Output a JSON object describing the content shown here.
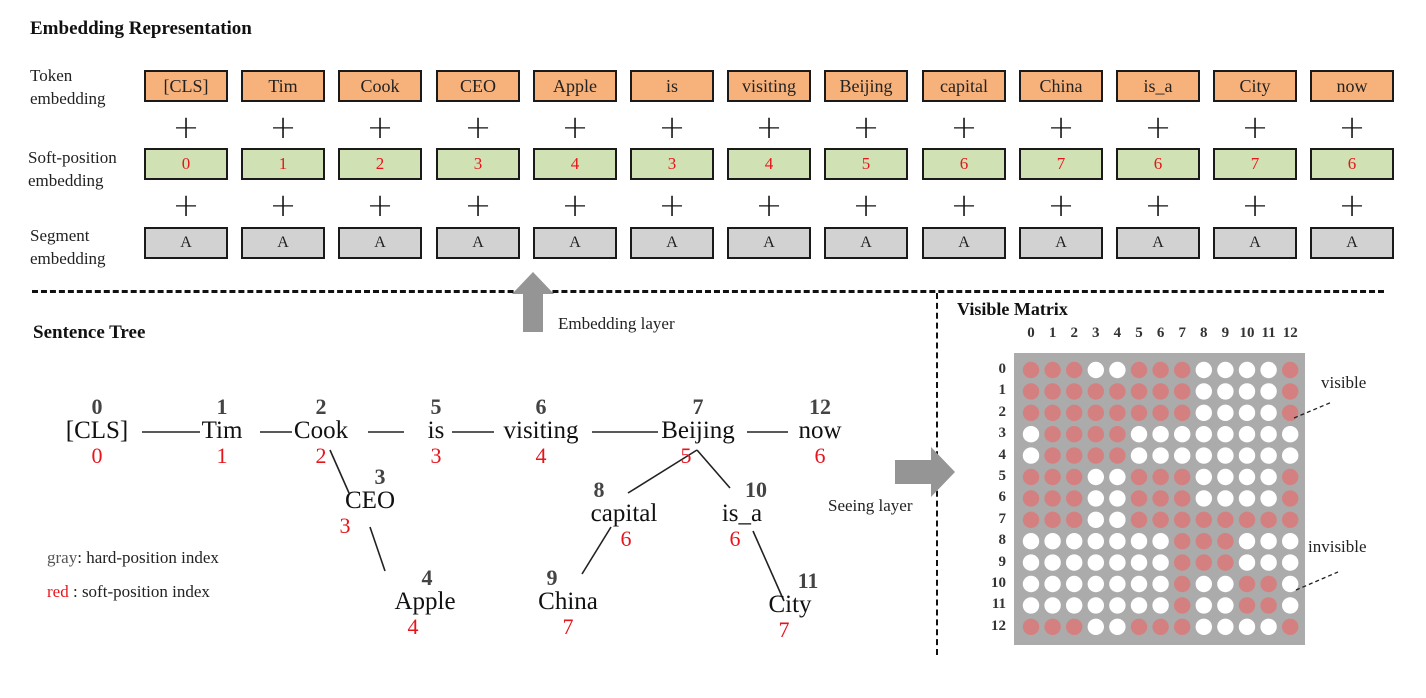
{
  "embedding": {
    "title": "Embedding Representation",
    "row_labels": {
      "token": [
        "Token",
        "embedding"
      ],
      "position": [
        "Soft-position",
        "embedding"
      ],
      "segment": [
        "Segment",
        "embedding"
      ]
    },
    "plus_symbol": "+",
    "tokens": [
      "[CLS]",
      "Tim",
      "Cook",
      "CEO",
      "Apple",
      "is",
      "visiting",
      "Beijing",
      "capital",
      "China",
      "is_a",
      "City",
      "now"
    ],
    "soft_positions": [
      "0",
      "1",
      "2",
      "3",
      "4",
      "3",
      "4",
      "5",
      "6",
      "7",
      "6",
      "7",
      "6"
    ],
    "segments": [
      "A",
      "A",
      "A",
      "A",
      "A",
      "A",
      "A",
      "A",
      "A",
      "A",
      "A",
      "A",
      "A"
    ],
    "colors": {
      "token": "#f7b27c",
      "position": "#d0e2b4",
      "segment": "#d2d2d2",
      "soft_index_text": "#e8141c"
    }
  },
  "embedding_layer_label": "Embedding layer",
  "seeing_layer_label": "Seeing layer",
  "sentence_tree": {
    "title": "Sentence Tree",
    "nodes": [
      {
        "word": "[CLS]",
        "hard": "0",
        "soft": "0"
      },
      {
        "word": "Tim",
        "hard": "1",
        "soft": "1"
      },
      {
        "word": "Cook",
        "hard": "2",
        "soft": "2"
      },
      {
        "word": "CEO",
        "hard": "3",
        "soft": "3"
      },
      {
        "word": "Apple",
        "hard": "4",
        "soft": "4"
      },
      {
        "word": "is",
        "hard": "5",
        "soft": "3"
      },
      {
        "word": "visiting",
        "hard": "6",
        "soft": "4"
      },
      {
        "word": "Beijing",
        "hard": "7",
        "soft": "5"
      },
      {
        "word": "capital",
        "hard": "8",
        "soft": "6"
      },
      {
        "word": "China",
        "hard": "9",
        "soft": "7"
      },
      {
        "word": "is_a",
        "hard": "10",
        "soft": "6"
      },
      {
        "word": "City",
        "hard": "11",
        "soft": "7"
      },
      {
        "word": "now",
        "hard": "12",
        "soft": "6"
      }
    ],
    "edges": [
      [
        "[CLS]",
        "Tim"
      ],
      [
        "Tim",
        "Cook"
      ],
      [
        "Cook",
        "is"
      ],
      [
        "is",
        "visiting"
      ],
      [
        "visiting",
        "Beijing"
      ],
      [
        "Beijing",
        "now"
      ],
      [
        "Cook",
        "CEO"
      ],
      [
        "CEO",
        "Apple"
      ],
      [
        "Beijing",
        "capital"
      ],
      [
        "Beijing",
        "is_a"
      ],
      [
        "capital",
        "China"
      ],
      [
        "is_a",
        "City"
      ]
    ],
    "legend": {
      "gray_key": "gray",
      "gray_text": ": hard-position index",
      "red_key": "red",
      "red_text": " : soft-position index"
    }
  },
  "visible_matrix": {
    "title": "Visible Matrix",
    "col_labels": [
      "0",
      "1",
      "2",
      "3",
      "4",
      "5",
      "6",
      "7",
      "8",
      "9",
      "10",
      "11",
      "12"
    ],
    "row_labels": [
      "0",
      "1",
      "2",
      "3",
      "4",
      "5",
      "6",
      "7",
      "8",
      "9",
      "10",
      "11",
      "12"
    ],
    "visible_label": "visible",
    "invisible_label": "invisible",
    "colors": {
      "visible": "#d48080",
      "invisible": "#ffffff",
      "background": "#ababab"
    },
    "cells": [
      [
        1,
        1,
        1,
        0,
        0,
        1,
        1,
        1,
        0,
        0,
        0,
        0,
        1
      ],
      [
        1,
        1,
        1,
        1,
        1,
        1,
        1,
        1,
        0,
        0,
        0,
        0,
        1
      ],
      [
        1,
        1,
        1,
        1,
        1,
        1,
        1,
        1,
        0,
        0,
        0,
        0,
        1
      ],
      [
        0,
        1,
        1,
        1,
        1,
        0,
        0,
        0,
        0,
        0,
        0,
        0,
        0
      ],
      [
        0,
        1,
        1,
        1,
        1,
        0,
        0,
        0,
        0,
        0,
        0,
        0,
        0
      ],
      [
        1,
        1,
        1,
        0,
        0,
        1,
        1,
        1,
        0,
        0,
        0,
        0,
        1
      ],
      [
        1,
        1,
        1,
        0,
        0,
        1,
        1,
        1,
        0,
        0,
        0,
        0,
        1
      ],
      [
        1,
        1,
        1,
        0,
        0,
        1,
        1,
        1,
        1,
        1,
        1,
        1,
        1
      ],
      [
        0,
        0,
        0,
        0,
        0,
        0,
        0,
        1,
        1,
        1,
        0,
        0,
        0
      ],
      [
        0,
        0,
        0,
        0,
        0,
        0,
        0,
        1,
        1,
        1,
        0,
        0,
        0
      ],
      [
        0,
        0,
        0,
        0,
        0,
        0,
        0,
        1,
        0,
        0,
        1,
        1,
        0
      ],
      [
        0,
        0,
        0,
        0,
        0,
        0,
        0,
        1,
        0,
        0,
        1,
        1,
        0
      ],
      [
        1,
        1,
        1,
        0,
        0,
        1,
        1,
        1,
        0,
        0,
        0,
        0,
        1
      ]
    ]
  }
}
